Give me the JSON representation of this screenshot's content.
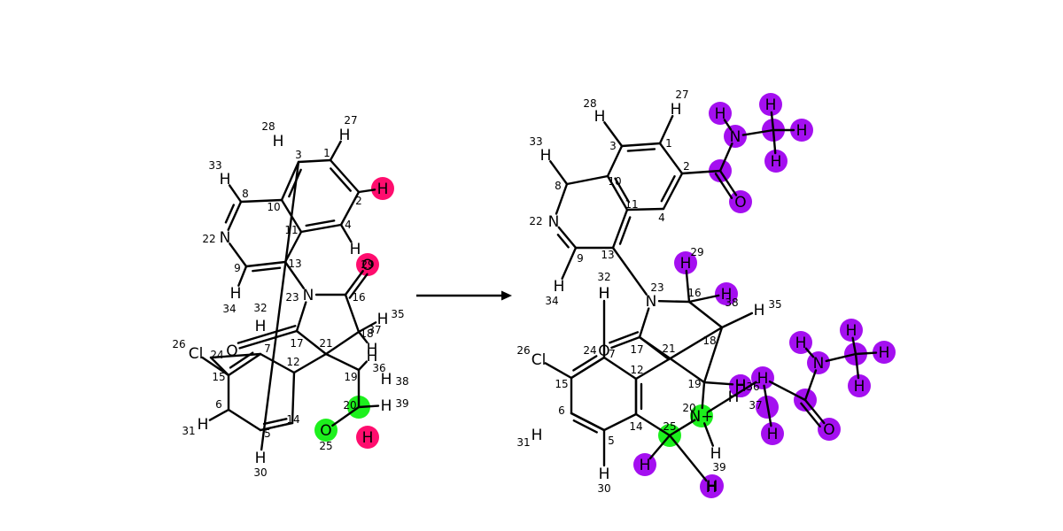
{
  "colors": {
    "pink": "#ff0d6e",
    "green": "#1df01d",
    "purple": "#a40ff0",
    "bond": "#000000"
  },
  "arrow": {
    "direction": "left-to-right"
  },
  "reactant": {
    "atoms": [
      {
        "id": 1,
        "el": ""
      },
      {
        "id": 2,
        "el": ""
      },
      {
        "id": 3,
        "el": ""
      },
      {
        "id": 4,
        "el": ""
      },
      {
        "id": 5,
        "el": ""
      },
      {
        "id": 6,
        "el": ""
      },
      {
        "id": 7,
        "el": ""
      },
      {
        "id": 8,
        "el": ""
      },
      {
        "id": 9,
        "el": ""
      },
      {
        "id": 10,
        "el": ""
      },
      {
        "id": 11,
        "el": ""
      },
      {
        "id": 12,
        "el": ""
      },
      {
        "id": 13,
        "el": ""
      },
      {
        "id": 14,
        "el": ""
      },
      {
        "id": 15,
        "el": ""
      },
      {
        "id": 16,
        "el": ""
      },
      {
        "id": 17,
        "el": ""
      },
      {
        "id": 18,
        "el": ""
      },
      {
        "id": 19,
        "el": ""
      },
      {
        "id": 20,
        "el": "",
        "hl": "green"
      },
      {
        "id": 21,
        "el": ""
      },
      {
        "id": 22,
        "el": "N"
      },
      {
        "id": 23,
        "el": "N"
      },
      {
        "id": 24,
        "el": ""
      },
      {
        "id": 25,
        "el": "O",
        "hl": "green"
      },
      {
        "id": 26,
        "el": "Cl"
      },
      {
        "id": 27,
        "el": "H"
      },
      {
        "id": 28,
        "el": "H"
      },
      {
        "id": 30,
        "el": "H"
      },
      {
        "id": 31,
        "el": "H"
      },
      {
        "id": 32,
        "el": "H"
      },
      {
        "id": 33,
        "el": "H"
      },
      {
        "id": 34,
        "el": "H"
      },
      {
        "id": 35,
        "el": "H"
      },
      {
        "id": 36,
        "el": "H"
      },
      {
        "id": 37,
        "el": "H"
      },
      {
        "id": 38,
        "el": "H"
      },
      {
        "id": 39,
        "el": "H"
      },
      {
        "id": 29,
        "el": "O",
        "hl": "pink"
      },
      {
        "id": null,
        "el": "H",
        "hl": "pink"
      },
      {
        "id": null,
        "el": "H",
        "hl": "pink"
      },
      {
        "id": null,
        "el": "H"
      },
      {
        "id": null,
        "el": "O"
      }
    ]
  },
  "product": {
    "atoms": [
      {
        "id": 1,
        "el": ""
      },
      {
        "id": 2,
        "el": ""
      },
      {
        "id": 3,
        "el": ""
      },
      {
        "id": 4,
        "el": ""
      },
      {
        "id": 5,
        "el": ""
      },
      {
        "id": 6,
        "el": ""
      },
      {
        "id": 7,
        "el": ""
      },
      {
        "id": 8,
        "el": ""
      },
      {
        "id": 9,
        "el": ""
      },
      {
        "id": 10,
        "el": ""
      },
      {
        "id": 11,
        "el": ""
      },
      {
        "id": 12,
        "el": ""
      },
      {
        "id": 13,
        "el": ""
      },
      {
        "id": 14,
        "el": ""
      },
      {
        "id": 15,
        "el": ""
      },
      {
        "id": 16,
        "el": ""
      },
      {
        "id": 17,
        "el": ""
      },
      {
        "id": 18,
        "el": ""
      },
      {
        "id": 19,
        "el": ""
      },
      {
        "id": 20,
        "el": "N+",
        "hl": "green"
      },
      {
        "id": 21,
        "el": ""
      },
      {
        "id": 22,
        "el": "N"
      },
      {
        "id": 23,
        "el": "N"
      },
      {
        "id": 24,
        "el": "O"
      },
      {
        "id": 25,
        "el": "",
        "hl": "green"
      },
      {
        "id": 26,
        "el": "Cl"
      },
      {
        "id": 27,
        "el": "H"
      },
      {
        "id": 28,
        "el": "H"
      },
      {
        "id": 29,
        "el": "H",
        "hl": "purple"
      },
      {
        "id": 30,
        "el": "H"
      },
      {
        "id": 31,
        "el": "H"
      },
      {
        "id": 32,
        "el": "H"
      },
      {
        "id": 33,
        "el": "H"
      },
      {
        "id": 34,
        "el": "H"
      },
      {
        "id": 35,
        "el": "H"
      },
      {
        "id": 36,
        "el": "H"
      },
      {
        "id": 37,
        "el": "",
        "hl": "purple"
      },
      {
        "id": 38,
        "el": "H",
        "hl": "purple"
      },
      {
        "id": 39,
        "el": "H"
      },
      {
        "id": null,
        "el": "H"
      },
      {
        "id": null,
        "el": "N",
        "hl": "purple"
      },
      {
        "id": null,
        "el": "",
        "hl": "purple"
      },
      {
        "id": null,
        "el": "H",
        "hl": "purple"
      },
      {
        "id": null,
        "el": "H",
        "hl": "purple"
      },
      {
        "id": null,
        "el": "H",
        "hl": "purple"
      },
      {
        "id": null,
        "el": "H",
        "hl": "purple"
      },
      {
        "id": null,
        "el": "",
        "hl": "purple"
      },
      {
        "id": null,
        "el": "O",
        "hl": "purple"
      },
      {
        "id": null,
        "el": "H",
        "hl": "purple"
      },
      {
        "id": null,
        "el": "H",
        "hl": "purple"
      },
      {
        "id": null,
        "el": "H",
        "hl": "purple"
      },
      {
        "id": null,
        "el": "H",
        "hl": "purple"
      },
      {
        "id": null,
        "el": "N",
        "hl": "purple"
      },
      {
        "id": null,
        "el": "",
        "hl": "purple"
      },
      {
        "id": null,
        "el": "H",
        "hl": "purple"
      },
      {
        "id": null,
        "el": "H",
        "hl": "purple"
      },
      {
        "id": null,
        "el": "H",
        "hl": "purple"
      },
      {
        "id": null,
        "el": "H",
        "hl": "purple"
      },
      {
        "id": null,
        "el": "",
        "hl": "purple"
      },
      {
        "id": null,
        "el": "O",
        "hl": "purple"
      },
      {
        "id": null,
        "el": "H",
        "hl": "purple"
      },
      {
        "id": null,
        "el": "H",
        "hl": "purple"
      },
      {
        "id": null,
        "el": "H"
      },
      {
        "id": null,
        "el": "H",
        "hl": "purple"
      }
    ]
  }
}
